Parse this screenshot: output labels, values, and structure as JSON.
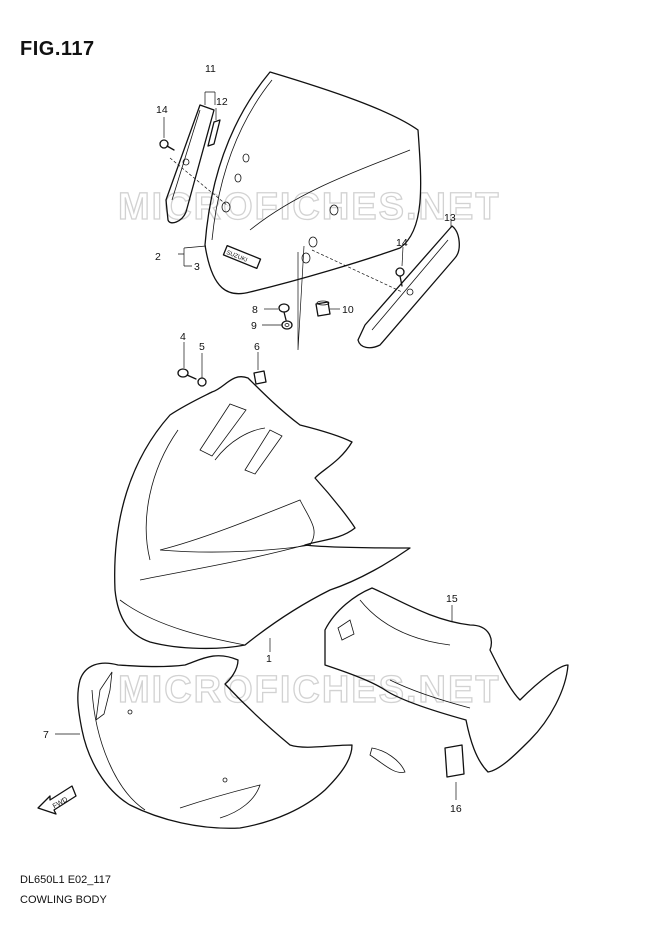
{
  "figure": {
    "title": "FIG.117",
    "model_code": "DL650L1 E02_117",
    "section_name": "COWLING BODY",
    "brand_mark": "SUZUKI",
    "fwd_label": "FWD"
  },
  "watermarks": [
    "MICROFICHES.NET",
    "MICROFICHES.NET"
  ],
  "callouts": [
    "1",
    "2",
    "3",
    "4",
    "5",
    "6",
    "7",
    "8",
    "9",
    "10",
    "11",
    "12",
    "13",
    "14",
    "14",
    "15",
    "16"
  ]
}
